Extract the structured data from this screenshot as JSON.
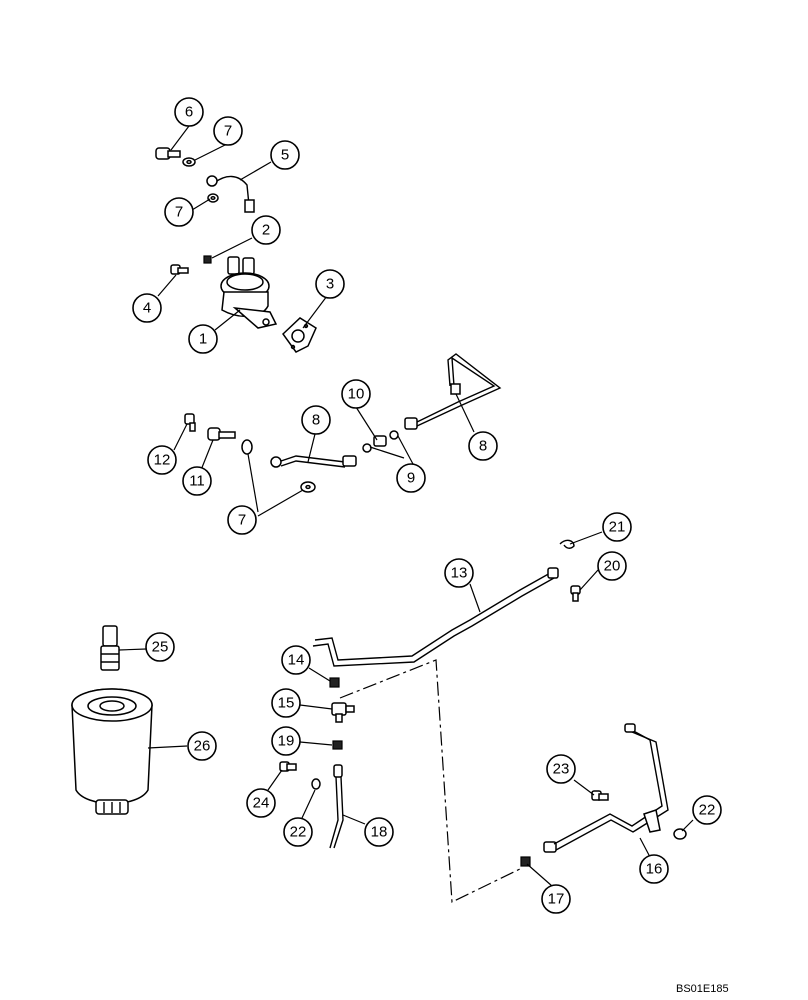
{
  "reference_code": "BS01E185",
  "callouts": [
    "1",
    "2",
    "3",
    "4",
    "5",
    "6",
    "7",
    "8",
    "9",
    "10",
    "11",
    "12",
    "13",
    "14",
    "15",
    "16",
    "17",
    "18",
    "19",
    "20",
    "21",
    "22",
    "23",
    "24",
    "25",
    "26"
  ]
}
